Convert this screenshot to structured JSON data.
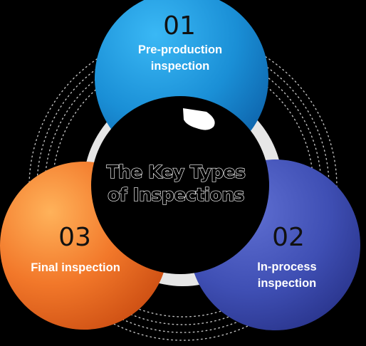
{
  "center": {
    "title_line1": "The Key Types",
    "title_line2": "of Inspections"
  },
  "stages": [
    {
      "number": "01",
      "label_line1": "Pre-production",
      "label_line2": "inspection"
    },
    {
      "number": "02",
      "label_line1": "In-process",
      "label_line2": "inspection"
    },
    {
      "number": "03",
      "label_line1": "Final inspection",
      "label_line2": ""
    }
  ],
  "colors": {
    "background": "#000000",
    "center_circle": "#000000",
    "stage_01": "#1a8fd6",
    "stage_02": "#3f4fb4",
    "stage_03": "#f2782a",
    "number_text": "#111111",
    "label_text": "#ffffff",
    "ring_gray": "#e6e6e6",
    "dotted_ring": "#bfbfbf"
  }
}
